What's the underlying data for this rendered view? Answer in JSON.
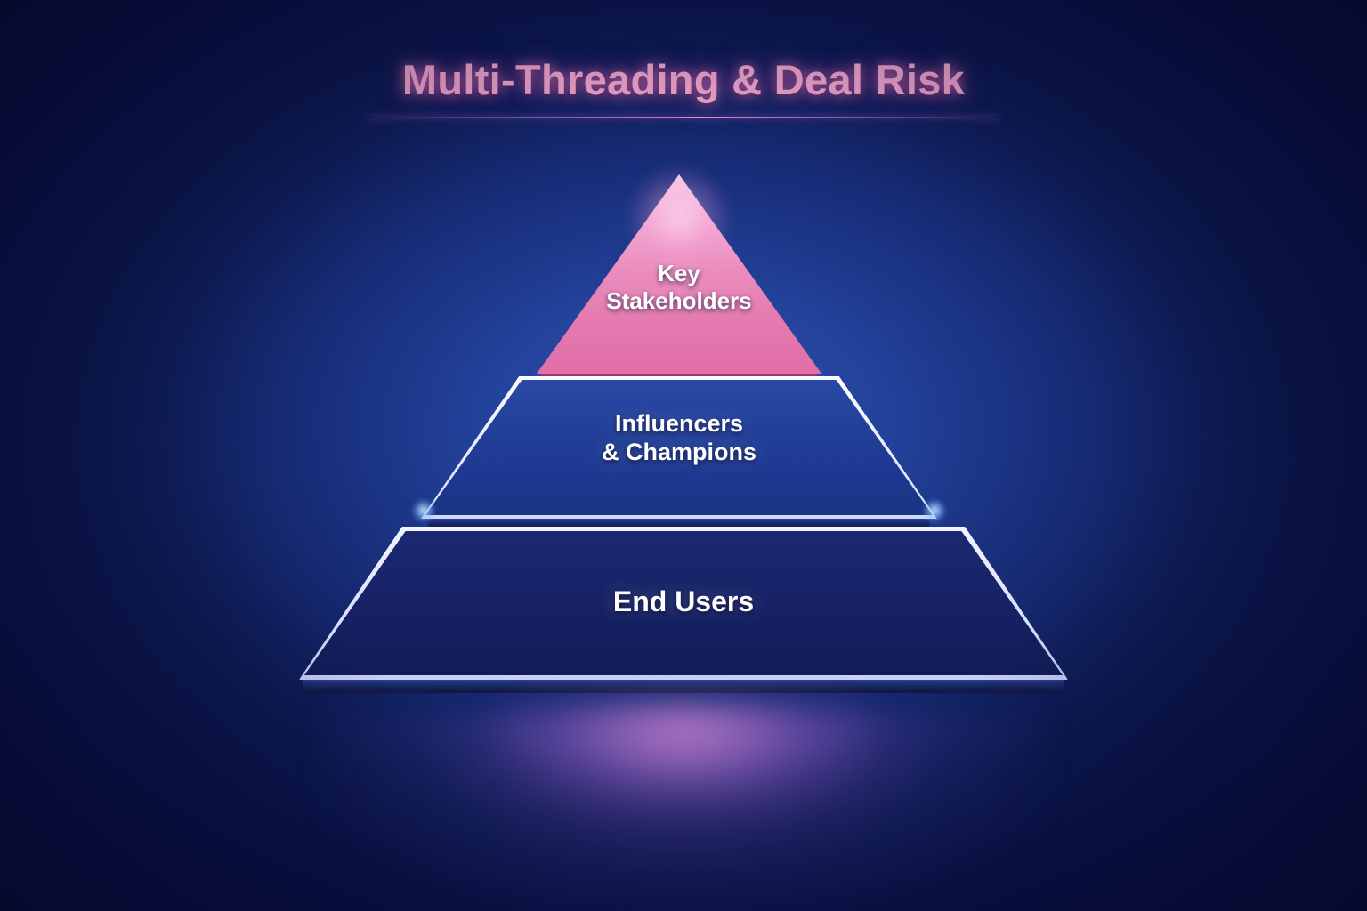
{
  "header": {
    "title": "Multi-Threading & Deal Risk"
  },
  "pyramid": {
    "tiers": [
      {
        "id": "key-stakeholders",
        "label": "Key\nStakeholders",
        "level": 1,
        "shape": "triangle",
        "accent_color": "#e57bb0",
        "text_color": "#ffffff"
      },
      {
        "id": "influencers-champions",
        "label": "Influencers\n& Champions",
        "level": 2,
        "shape": "trapezoid",
        "accent_color": "#22409a",
        "text_color": "#ffffff"
      },
      {
        "id": "end-users",
        "label": "End Users",
        "level": 3,
        "shape": "trapezoid",
        "accent_color": "#15205f",
        "text_color": "#ffffff"
      }
    ]
  },
  "theme": {
    "background_dark": "#0a1147",
    "background_mid": "#27479e",
    "title_color": "#f4a7cf",
    "rule_color": "#e48ce1",
    "neon_white": "#ffffff",
    "floor_glow": "#c878d7"
  }
}
